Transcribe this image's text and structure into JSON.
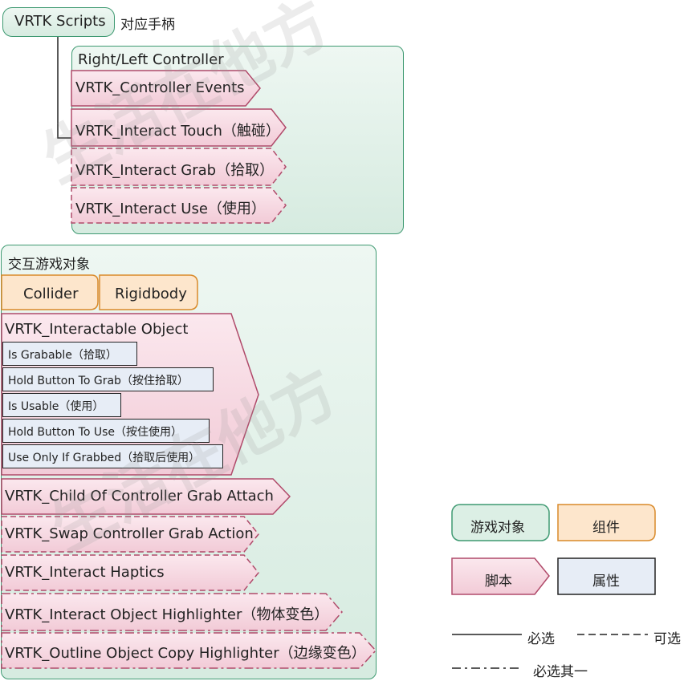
{
  "vrtk_scripts": "VRTK Scripts",
  "vrtk_scripts_note": "对应手柄",
  "controller_group": {
    "title": "Right/Left Controller",
    "scripts": [
      "VRTK_Controller Events",
      "VRTK_Interact Touch（触碰）",
      "VRTK_Interact Grab（拾取）",
      "VRTK_Interact Use（使用）"
    ]
  },
  "object_group": {
    "title": "交互游戏对象",
    "components": [
      "Collider",
      "Rigidbody"
    ],
    "interactable": "VRTK_Interactable Object",
    "properties": [
      "Is Grabable（拾取）",
      "Hold Button To Grab（按住拾取）",
      "Is Usable（使用）",
      "Hold Button To Use（按住使用）",
      "Use Only If Grabbed（拾取后使用）"
    ],
    "scripts": [
      "VRTK_Child Of Controller Grab Attach",
      "VRTK_Swap Controller Grab Action",
      "VRTK_Interact Haptics",
      "VRTK_Interact Object Highlighter（物体变色）",
      "VRTK_Outline Object Copy Highlighter（边缘变色）"
    ]
  },
  "legend": {
    "game_object": "游戏对象",
    "component": "组件",
    "script": "脚本",
    "property": "属性",
    "required": "必选",
    "optional": "可选",
    "choose_one": "必选其一"
  },
  "watermark": "生活在他方",
  "colors": {
    "green_border": "#3f9a72",
    "green_fill": "#dcefe5",
    "pink_border": "#b04a6a",
    "pink_fill": "#f7dbe3",
    "orange_border": "#d98a2a",
    "orange_fill": "#fde6cc",
    "blue_fill": "#e7edf6"
  }
}
